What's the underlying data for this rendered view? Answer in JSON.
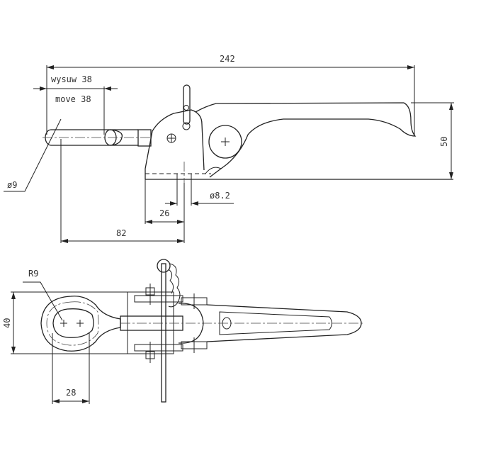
{
  "drawing": {
    "top_view": {
      "overall_length": "242",
      "stroke_pl": "wysuw 38",
      "stroke_en": "move 38",
      "rod_diameter": "ø9",
      "hole_diameter": "ø8.2",
      "hole_offset": "26",
      "rod_to_hole": "82",
      "height": "50"
    },
    "bottom_view": {
      "eye_radius": "R9",
      "width": "40",
      "eye_slot": "28"
    },
    "line_color": "#222222"
  }
}
